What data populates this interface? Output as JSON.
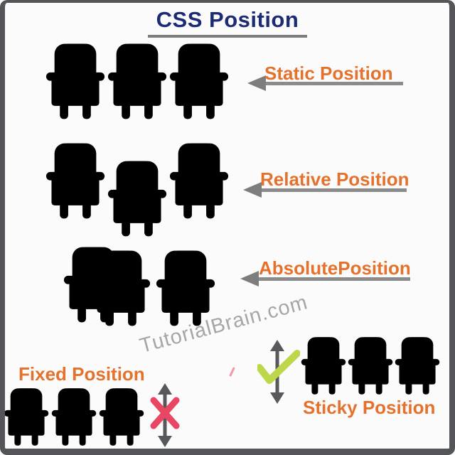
{
  "title": "CSS Position",
  "watermark": "TutorialBrain.com",
  "sections": {
    "static": {
      "label": "Static Position",
      "seats": 3,
      "arrangement": "three seats aligned in normal flow"
    },
    "relative": {
      "label": "Relative Position",
      "seats": 3,
      "arrangement": "middle seat shifted down relative to its normal spot"
    },
    "absolute": {
      "label": "AbsolutePosition",
      "seats": 3,
      "arrangement": "one seat overlapping another"
    },
    "fixed": {
      "label": "Fixed Position",
      "seats": 3,
      "indicator": "vertical scroll arrow crossed out with pink X"
    },
    "sticky": {
      "label": "Sticky Position",
      "seats": 3,
      "indicator": "vertical scroll arrow with green checkmark"
    }
  },
  "icons": {
    "seat": "seat-icon",
    "left_arrow": "left-arrow-icon",
    "vertical_scroll": "vertical-scroll-arrow-icon",
    "cross": "cross-icon",
    "check": "check-icon"
  },
  "colors": {
    "title-navy": "#1d2b74",
    "accent-orange": "#e5722c",
    "arrow-gray": "#8b8b8b",
    "arrow-head-gray": "#7d7d7d",
    "dark-arrow": "#57585a",
    "check-green": "#bcd74a",
    "cross-pink": "#e94663",
    "watermark-gray": "#a6a6a6",
    "frame-border": "#545558",
    "background": "#fbfbfc",
    "seat-back": "#4a8ecd",
    "seat-headrest": "#dee5eb",
    "seat-armrest": "#cbd5dd",
    "seat-support": "#9fafbb",
    "seat-cushion-top": "#58a7e8",
    "seat-cushion-front": "#2f6ea8",
    "seat-legs": "#6c7a85"
  }
}
